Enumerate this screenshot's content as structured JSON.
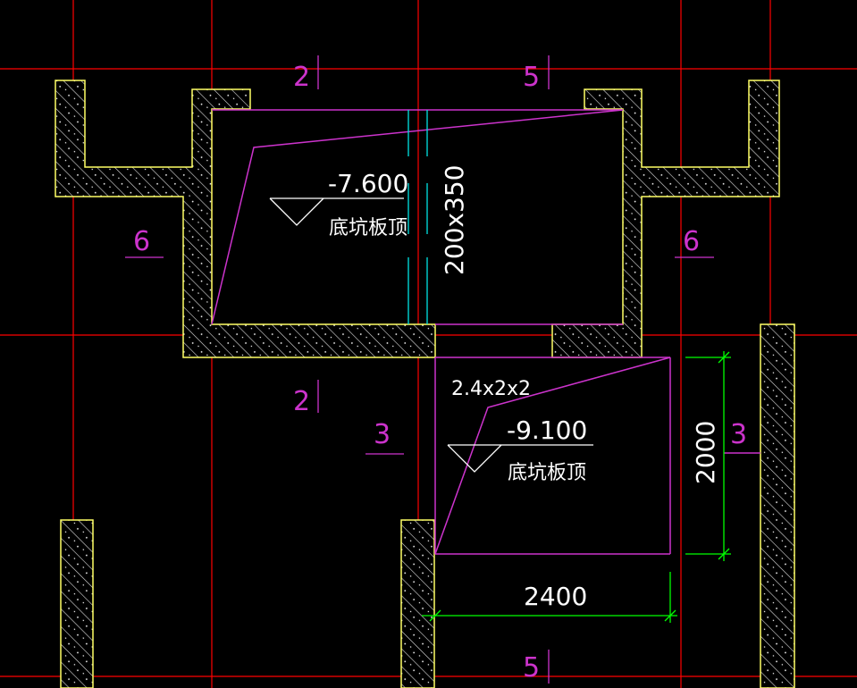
{
  "colors": {
    "background": "#000000",
    "grid": "#ff0000",
    "wall": "#ffff66",
    "hatch": "#ffffff",
    "outline": "#cc33cc",
    "text": "#ffffff",
    "axis_label": "#cc33cc",
    "dimension": "#00ff00",
    "beam_line": "#00e5e5"
  },
  "axis_labels": {
    "top_left": "2",
    "top_right": "5",
    "left_6": "6",
    "right_6": "6",
    "mid_2": "2",
    "mid_3": "3",
    "right_3": "3",
    "bottom_5": "5"
  },
  "pit_upper": {
    "elevation": "-7.600",
    "label": "底坑板顶",
    "beam": "200x350"
  },
  "pit_lower": {
    "size": "2.4x2x2",
    "elevation": "-9.100",
    "label": "底坑板顶",
    "dim_height": "2000",
    "dim_width": "2400"
  }
}
